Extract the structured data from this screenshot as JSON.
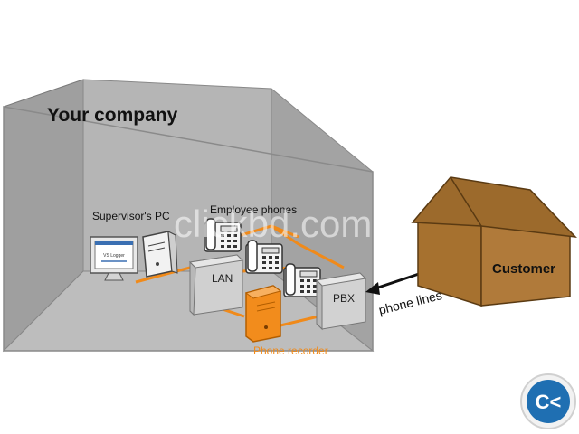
{
  "company": {
    "title": "Your company"
  },
  "labels": {
    "supervisor_pc": "Supervisor's PC",
    "employee_phones": "Employee phones",
    "lan": "LAN",
    "pbx": "PBX",
    "phone_recorder": "Phone recorder",
    "phone_lines": "phone lines",
    "monitor_screen": "VS Logger"
  },
  "customer": {
    "label": "Customer"
  },
  "watermark": {
    "text": "clickbd.com",
    "badge": "C<"
  },
  "colors": {
    "room_wall": "#a8a8a8",
    "room_back": "#b9b9b9",
    "orange_accent": "#f08a1a",
    "house_brown": "#b07a3a",
    "roof_brown": "#9c6a2c",
    "badge_blue": "#1f6fb2"
  }
}
